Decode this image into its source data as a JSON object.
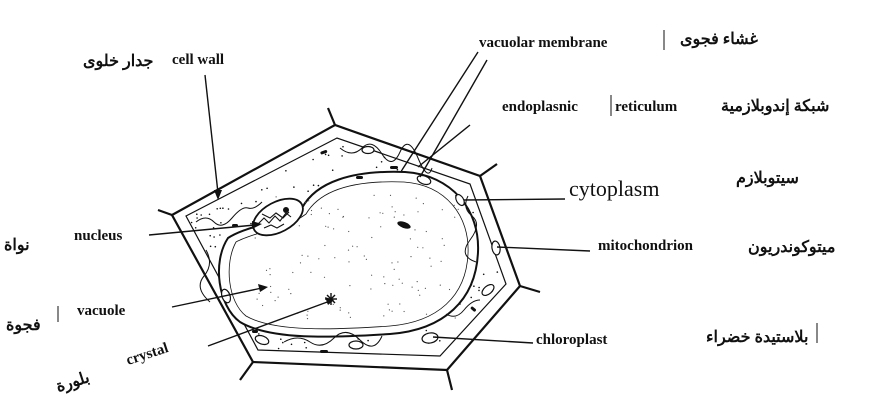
{
  "labels": {
    "cell_wall_en": "cell wall",
    "cell_wall_ar": "جدار خلوى",
    "vacuolar_membrane_en": "vacuolar membrane",
    "vacuolar_membrane_ar": "غشاء فجوى",
    "er_en_1": "endoplasnic",
    "er_en_2": "reticulum",
    "er_ar": "شبكة إندوبلازمية",
    "cytoplasm_en": "cytoplasm",
    "cytoplasm_ar": "سيتوبلازم",
    "mitochondrion_en": "mitochondrion",
    "mitochondrion_ar": "ميتوكوندريون",
    "nucleus_en": "nucleus",
    "nucleus_ar": "نواة",
    "vacuole_en": "vacuole",
    "vacuole_ar": "فجوة",
    "crystal_en": "crystal",
    "crystal_ar": "بلورة",
    "chloroplast_en": "chloroplast",
    "chloroplast_ar": "بلاستيدة خضراء"
  },
  "colors": {
    "ink": "#111111",
    "paper": "#ffffff"
  }
}
